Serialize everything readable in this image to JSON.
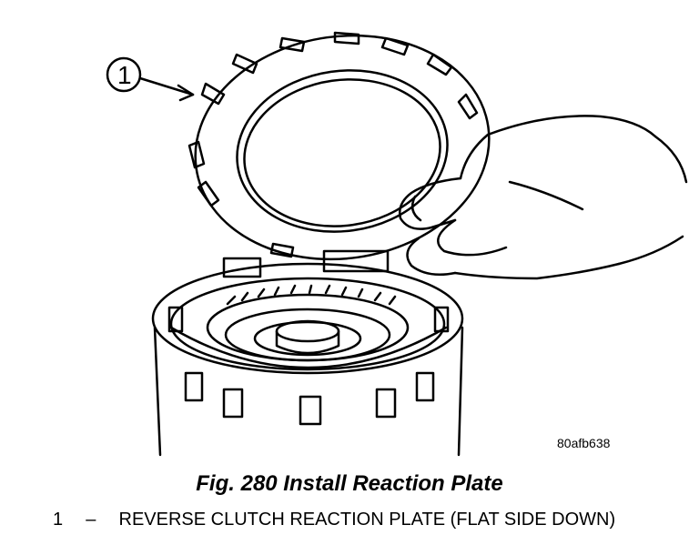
{
  "figure": {
    "callout_number": "1",
    "image_code": "80afb638",
    "caption": "Fig. 280 Install Reaction Plate"
  },
  "legend": [
    {
      "number": "1",
      "dash": "–",
      "text": "REVERSE CLUTCH REACTION PLATE (FLAT SIDE DOWN)"
    }
  ]
}
